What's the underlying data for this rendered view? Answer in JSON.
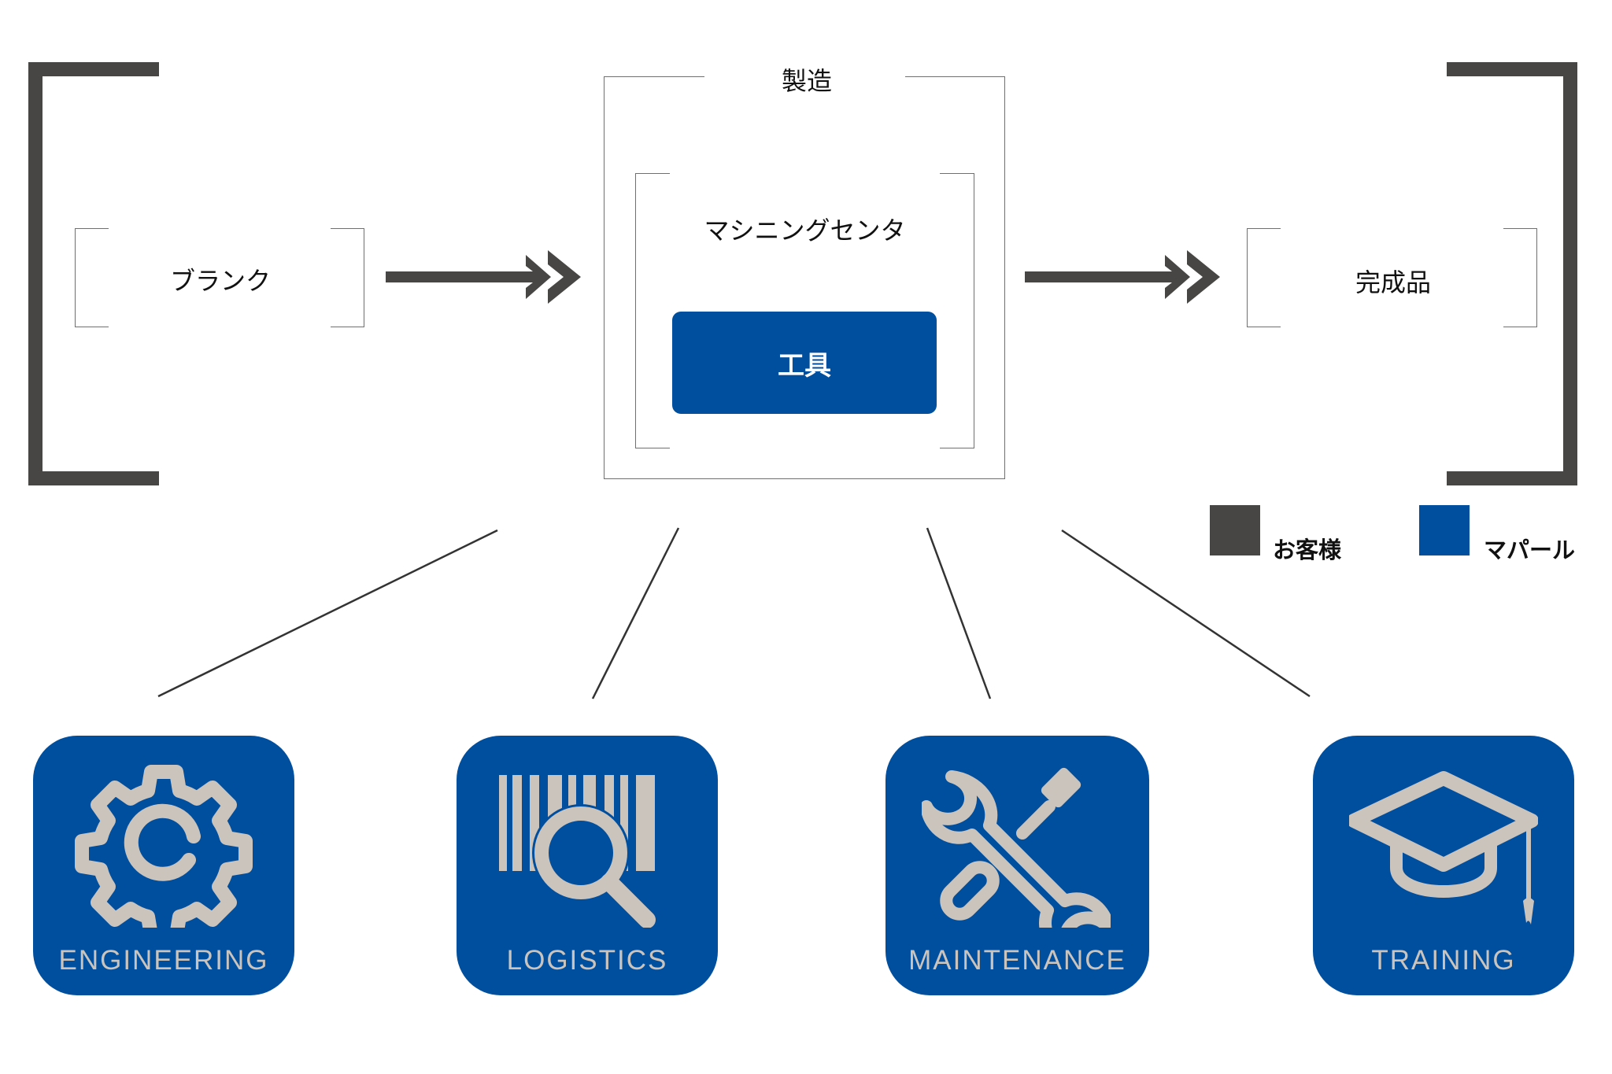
{
  "colors": {
    "customer": "#474644",
    "mapal": "#004f9f",
    "icon_fill": "#cbc4bc",
    "line": "#333333"
  },
  "flow": {
    "blank": {
      "label": "ブランク"
    },
    "manufacturing": {
      "title": "製造",
      "machining_center": {
        "label": "マシニングセンタ"
      },
      "tool": {
        "label": "工具"
      }
    },
    "finished": {
      "label": "完成品"
    }
  },
  "legend": [
    {
      "label": "お客様",
      "color_key": "customer"
    },
    {
      "label": "マパール",
      "color_key": "mapal"
    }
  ],
  "services": [
    {
      "label": "ENGINEERING",
      "icon": "gear-icon"
    },
    {
      "label": "LOGISTICS",
      "icon": "barcode-search-icon"
    },
    {
      "label": "MAINTENANCE",
      "icon": "wrench-screwdriver-icon"
    },
    {
      "label": "TRAINING",
      "icon": "graduation-cap-icon"
    }
  ]
}
